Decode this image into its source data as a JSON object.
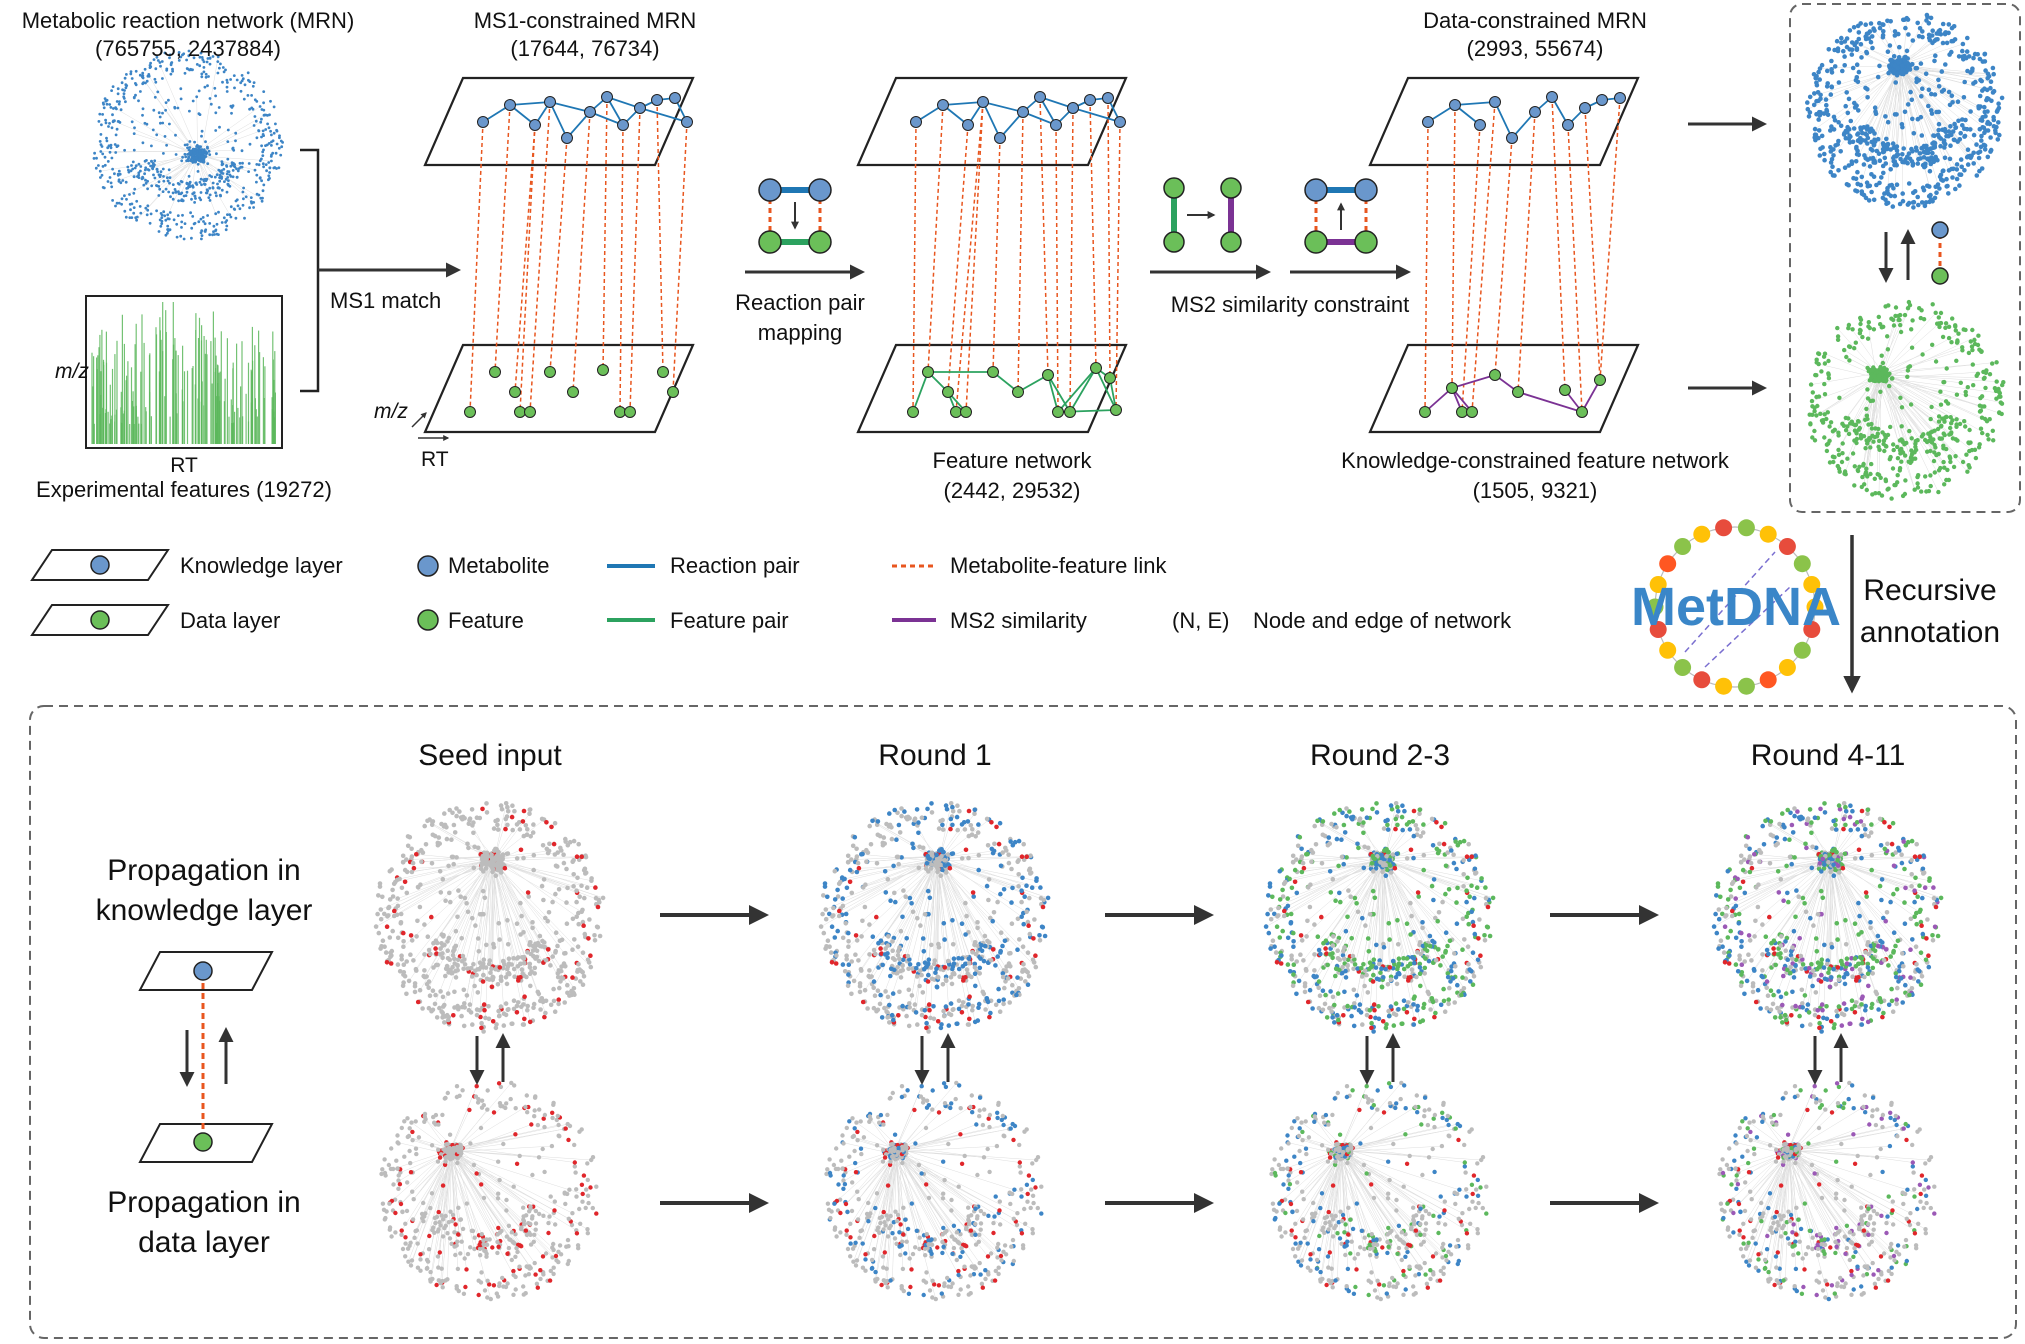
{
  "top": {
    "mrn_title": "Metabolic reaction network (MRN)",
    "mrn_counts": "(765755, 2437884)",
    "ms1_title": "MS1-constrained MRN",
    "ms1_counts": "(17644, 76734)",
    "data_title": "Data-constrained MRN",
    "data_counts": "(2993, 55674)",
    "feature_title": "Feature network",
    "feature_counts": "(2442, 29532)",
    "kcfn_title": "Knowledge-constrained feature network",
    "kcfn_counts": "(1505, 9321)",
    "exp_title": "Experimental features (19272)",
    "axis_mz": "m/z",
    "axis_rt": "RT",
    "plane_mz": "m/z",
    "plane_rt": "RT",
    "ms1_match": "MS1 match",
    "reaction_pair_mapping_1": "Reaction pair",
    "reaction_pair_mapping_2": "mapping",
    "ms2_constraint": "MS2 similarity constraint"
  },
  "legend": {
    "knowledge_layer": "Knowledge layer",
    "data_layer": "Data layer",
    "metabolite": "Metabolite",
    "feature": "Feature",
    "reaction_pair": "Reaction pair",
    "feature_pair": "Feature pair",
    "metabolite_feature_link": "Metabolite-feature link",
    "ms2_similarity": "MS2 similarity",
    "ne_symbol": "(N, E)",
    "ne_desc": "Node and edge of network"
  },
  "logo": {
    "text": "MetDNA"
  },
  "recursive": {
    "line1": "Recursive",
    "line2": "annotation"
  },
  "bottom": {
    "rounds": [
      "Seed input",
      "Round 1",
      "Round 2-3",
      "Round 4-11"
    ],
    "prop_knowledge_1": "Propagation in",
    "prop_knowledge_2": "knowledge layer",
    "prop_data_1": "Propagation in",
    "prop_data_2": "data layer"
  },
  "colors": {
    "metabolite": "#6a97cc",
    "feature": "#6bbf59",
    "reaction_pair": "#1f77b4",
    "feature_pair": "#2ca25f",
    "link": "#e8561f",
    "ms2": "#7b3294",
    "cloud_blue": "#3d85c6",
    "cloud_green": "#5cb85c",
    "seed_red": "#e0262b",
    "cloud_gray": "#bcbcbc",
    "cloud_purple": "#9b59b6"
  }
}
